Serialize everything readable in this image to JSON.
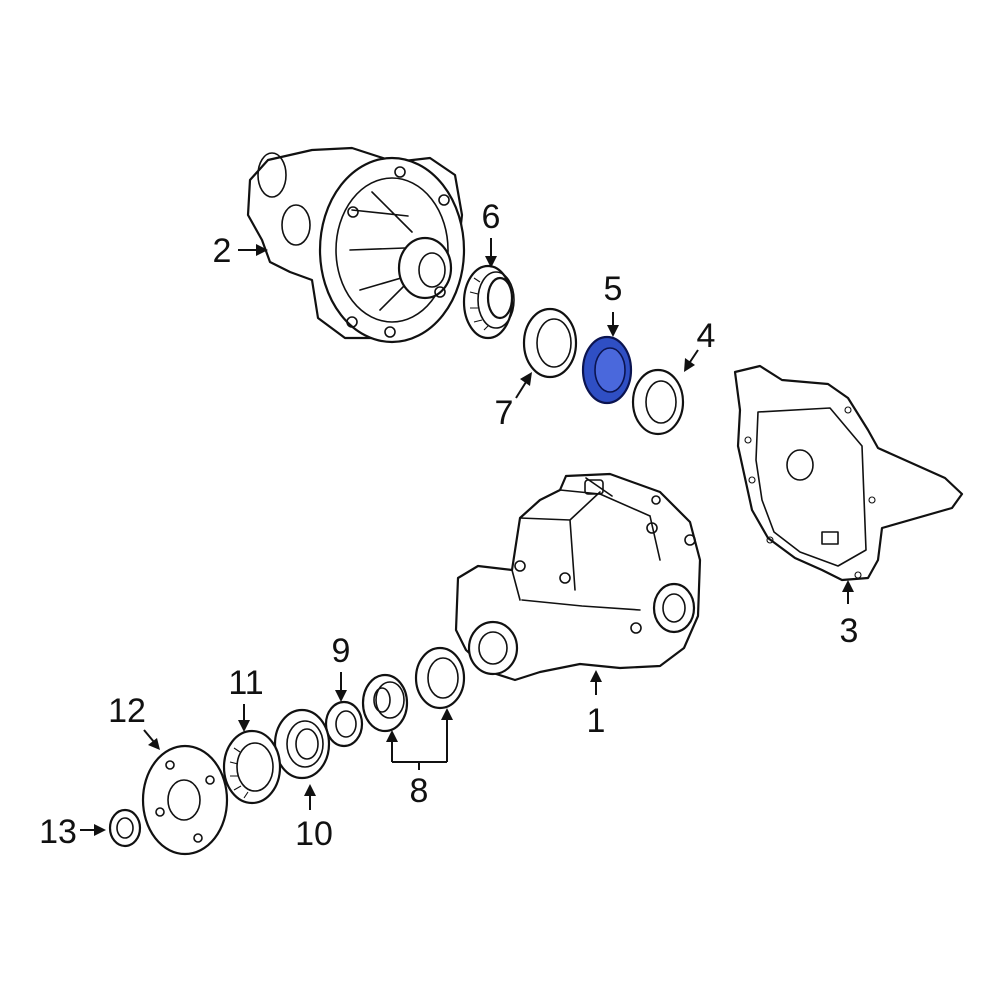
{
  "diagram": {
    "highlight_color": "#2f4fc4",
    "highlighted_part": "5",
    "callouts": {
      "c1": "1",
      "c2": "2",
      "c3": "3",
      "c4": "4",
      "c5": "5",
      "c6": "6",
      "c7": "7",
      "c8": "8",
      "c9": "9",
      "c10": "10",
      "c11": "11",
      "c12": "12",
      "c13": "13"
    }
  }
}
